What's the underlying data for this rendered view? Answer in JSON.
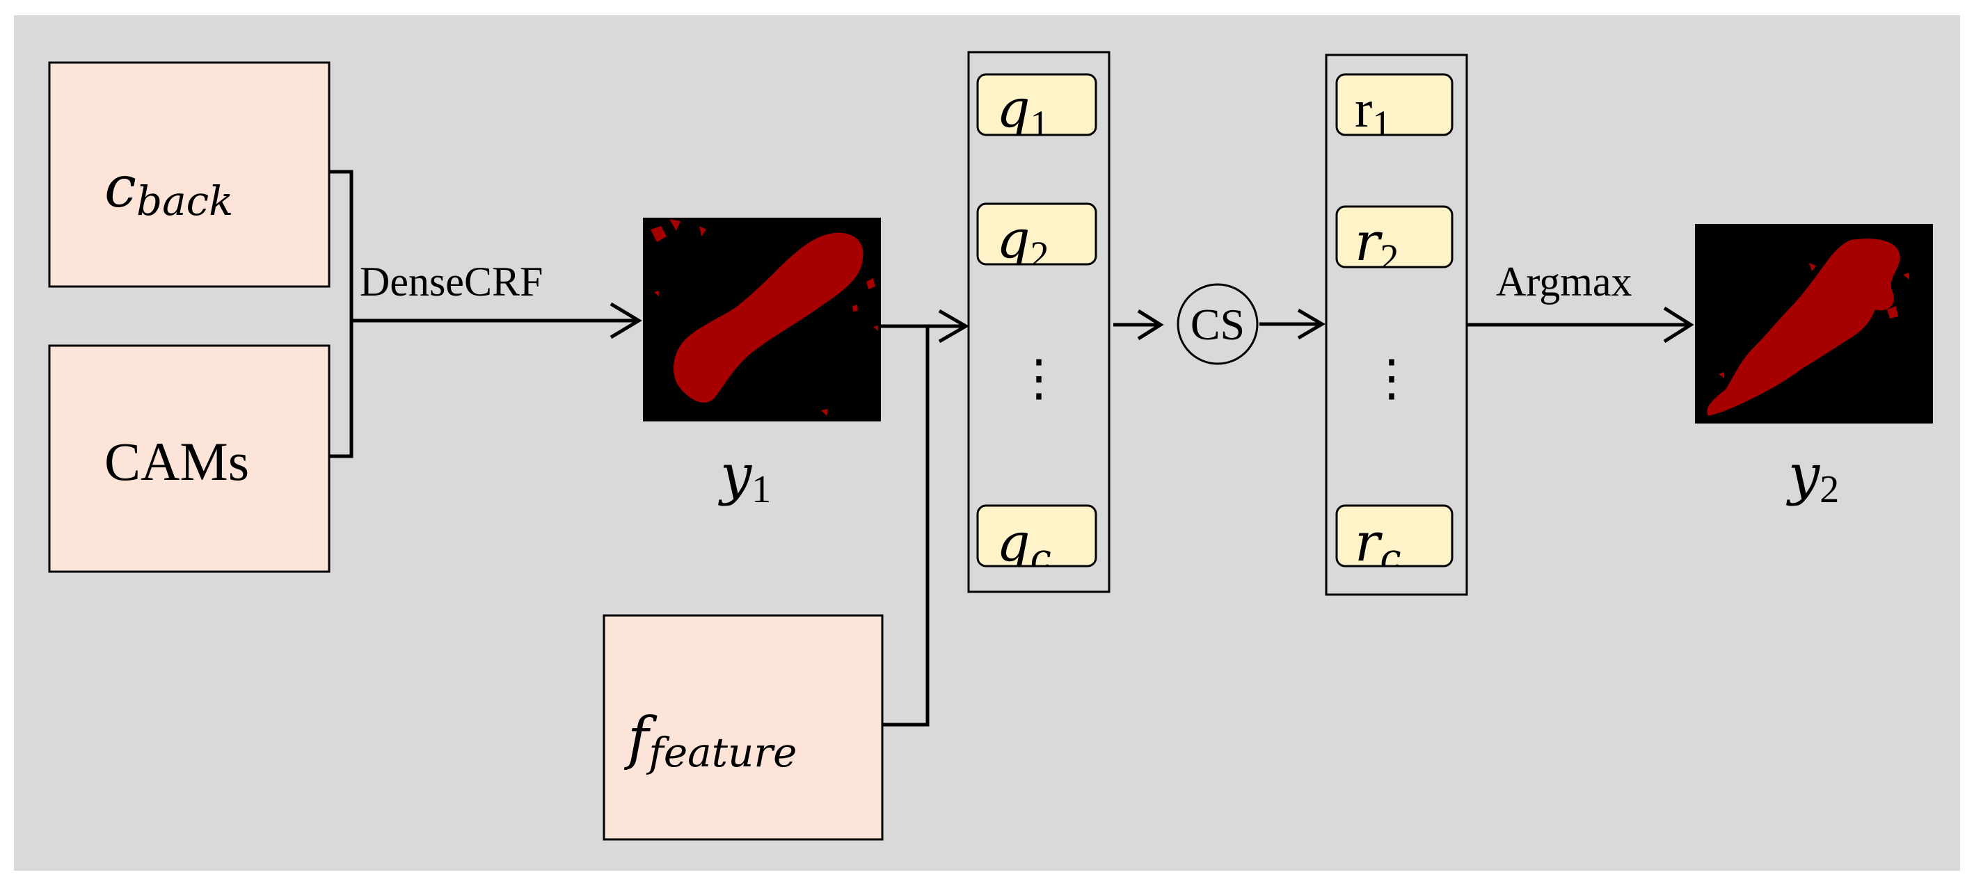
{
  "inputs": {
    "c_back": {
      "base": "c",
      "sub": "back"
    },
    "cams": "CAMs",
    "f_feature": {
      "base": "f",
      "sub": "feature"
    }
  },
  "operations": {
    "densecrf": "DenseCRF",
    "cs": "CS",
    "argmax": "Argmax"
  },
  "outputs": {
    "y1": {
      "base": "y",
      "sub": "1"
    },
    "y2": {
      "base": "y",
      "sub": "2"
    }
  },
  "q_stack": {
    "items": [
      {
        "base": "q",
        "sub": "1"
      },
      {
        "base": "q",
        "sub": "2"
      },
      {
        "base": "q",
        "sub": "c"
      }
    ],
    "ellipsis": "⋮"
  },
  "r_stack": {
    "items": [
      {
        "base": "r",
        "sub": "1"
      },
      {
        "base": "r",
        "sub": "2"
      },
      {
        "base": "r",
        "sub": "c"
      }
    ],
    "ellipsis": "⋮"
  },
  "colors": {
    "canvas": "#d9d9d9",
    "input_box_fill": "#fde4d8",
    "slot_fill": "#fff3c9",
    "mask_background": "#000000",
    "mask_foreground": "#a60000",
    "stroke": "#000000"
  }
}
